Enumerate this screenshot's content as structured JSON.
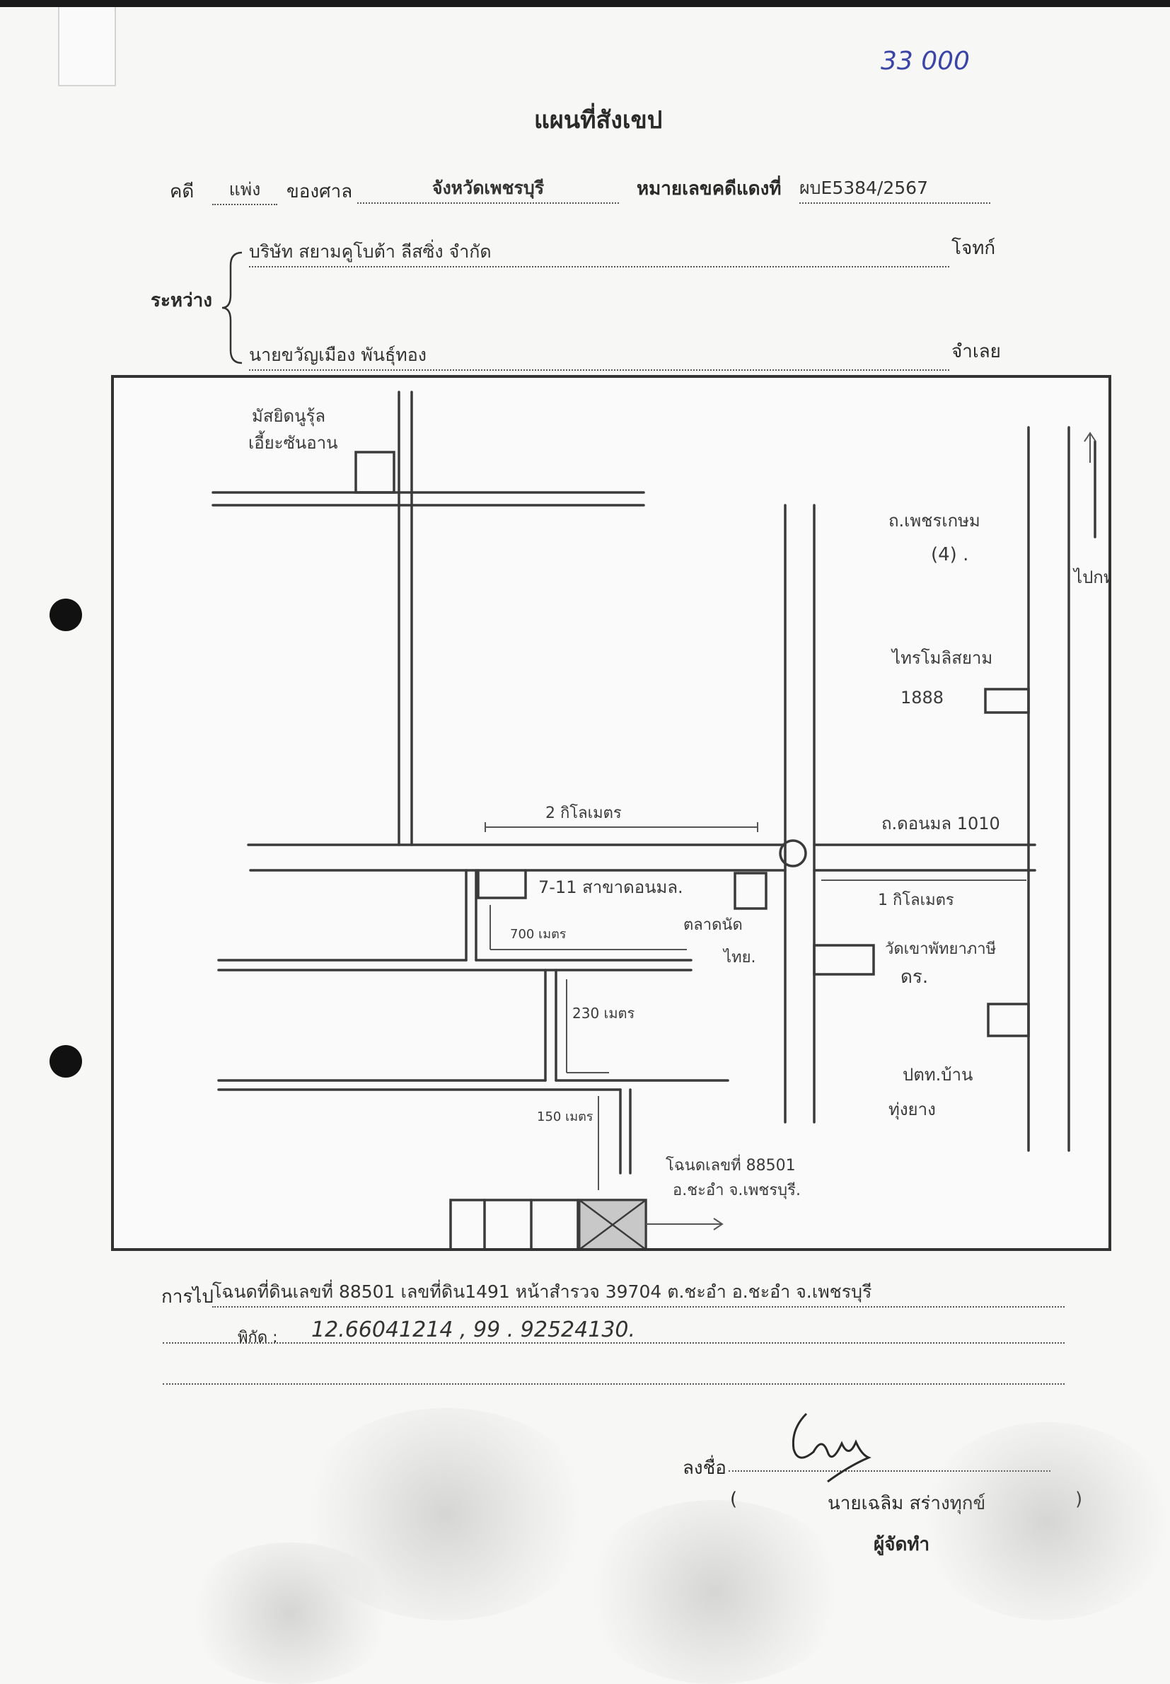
{
  "stamp_number": "33 000",
  "title": "แผนที่สังเขป",
  "case_row": {
    "case_label": "คดี",
    "case_type": "แพ่ง",
    "court_label": "ของศาล",
    "court_name": "จังหวัดเพชรบุรี",
    "red_number_label": "หมายเลขคดีแดงที่",
    "red_number": "ผบE5384/2567"
  },
  "parties": {
    "between_label": "ระหว่าง",
    "plaintiff_name": "บริษัท สยามคูโบต้า ลีสซิ่ง จำกัด",
    "plaintiff_role": "โจทก์",
    "defendant_name": "นายขวัญเมือง พันธุ์ทอง",
    "defendant_role": "จำเลย"
  },
  "map": {
    "labels": {
      "school": "มัสยิดนูรุ้ล",
      "school2": "เอี้ยะซันอาน",
      "highway": "ถ.เพชรเกษม",
      "highway_no": "(4) .",
      "to_bkk": "ไปกทม",
      "hotel": "ไทรโมลิสยาม",
      "hotel_no": "1888",
      "dist_2km": "2 กิโลเมตร",
      "road_1010": "ถ.ดอนมล 1010",
      "seven_eleven": "7-11 สาขาดอนมล.",
      "market": "ตลาดนัด",
      "market2": "ไทย.",
      "dist_700m": "700 เมตร",
      "dist_1km": "1 กิโลเมตร",
      "wat": "วัดเขาพัทยาภาษี",
      "wat2": "ดร.",
      "dist_230m": "230 เมตร",
      "gas": "ปตท.บ้าน",
      "gas2": "ทุ่งยาง",
      "dist_150m": "150 เมตร",
      "plot": "โฉนดเลขที่ 88501",
      "plot2": "อ.ชะอำ จ.เพชรบุรี."
    }
  },
  "directions": {
    "label": "การไป",
    "text": "โฉนดที่ดินเลขที่ 88501 เลขที่ดิน1491 หน้าสำรวจ 39704 ต.ชะอำ อ.ชะอำ จ.เพชรบุรี",
    "coord_label": "พิกัด :",
    "coords": "12.66041214 , 99 . 92524130."
  },
  "signature": {
    "sign_label": "ลงชื่อ",
    "open_paren": "(",
    "name": "นายเฉลิม สร่างทุกข์",
    "close_paren": ")",
    "role": "ผู้จัดทำ"
  }
}
